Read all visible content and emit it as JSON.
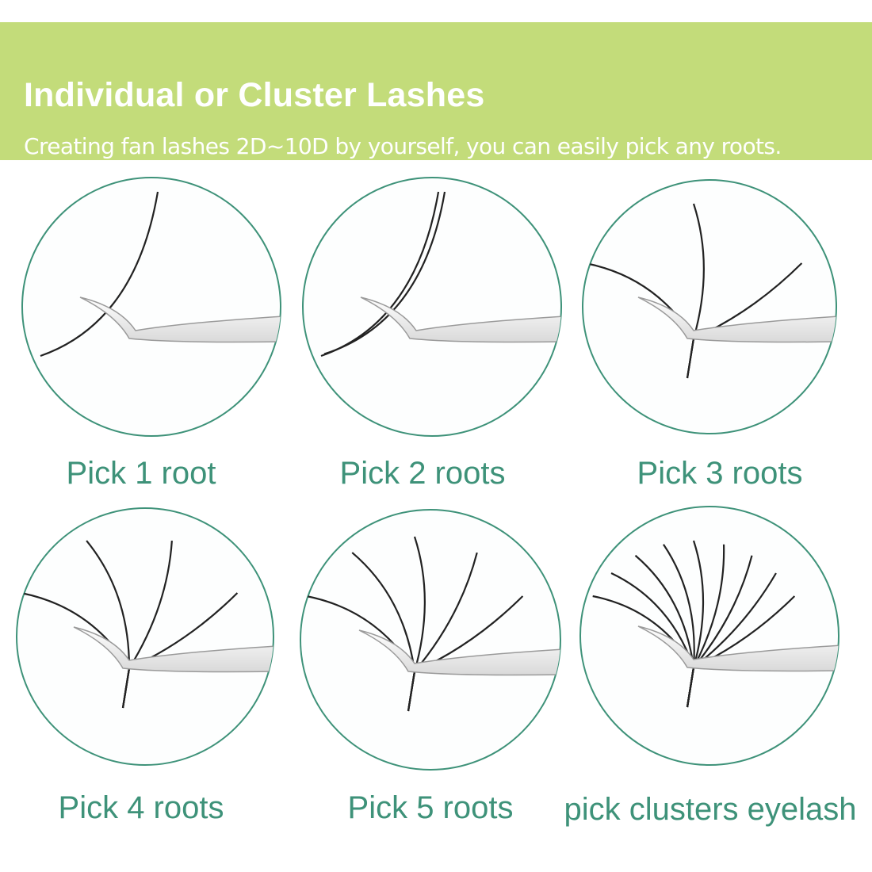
{
  "header": {
    "title": "Individual or Cluster Lashes",
    "subtitle": "Creating fan lashes 2D~10D by yourself, you can easily pick any roots."
  },
  "colors": {
    "banner": "#c3dc7a",
    "label": "#3e9279",
    "circle_border": "#3e9279"
  },
  "options": [
    {
      "label": "Pick 1 root",
      "lash_count": 1
    },
    {
      "label": "Pick 2 roots",
      "lash_count": 2
    },
    {
      "label": "Pick 3 roots",
      "lash_count": 3
    },
    {
      "label": "Pick 4 roots",
      "lash_count": 4
    },
    {
      "label": "Pick 5 roots",
      "lash_count": 5
    },
    {
      "label": "pick clusters eyelash",
      "lash_count": 9
    }
  ]
}
